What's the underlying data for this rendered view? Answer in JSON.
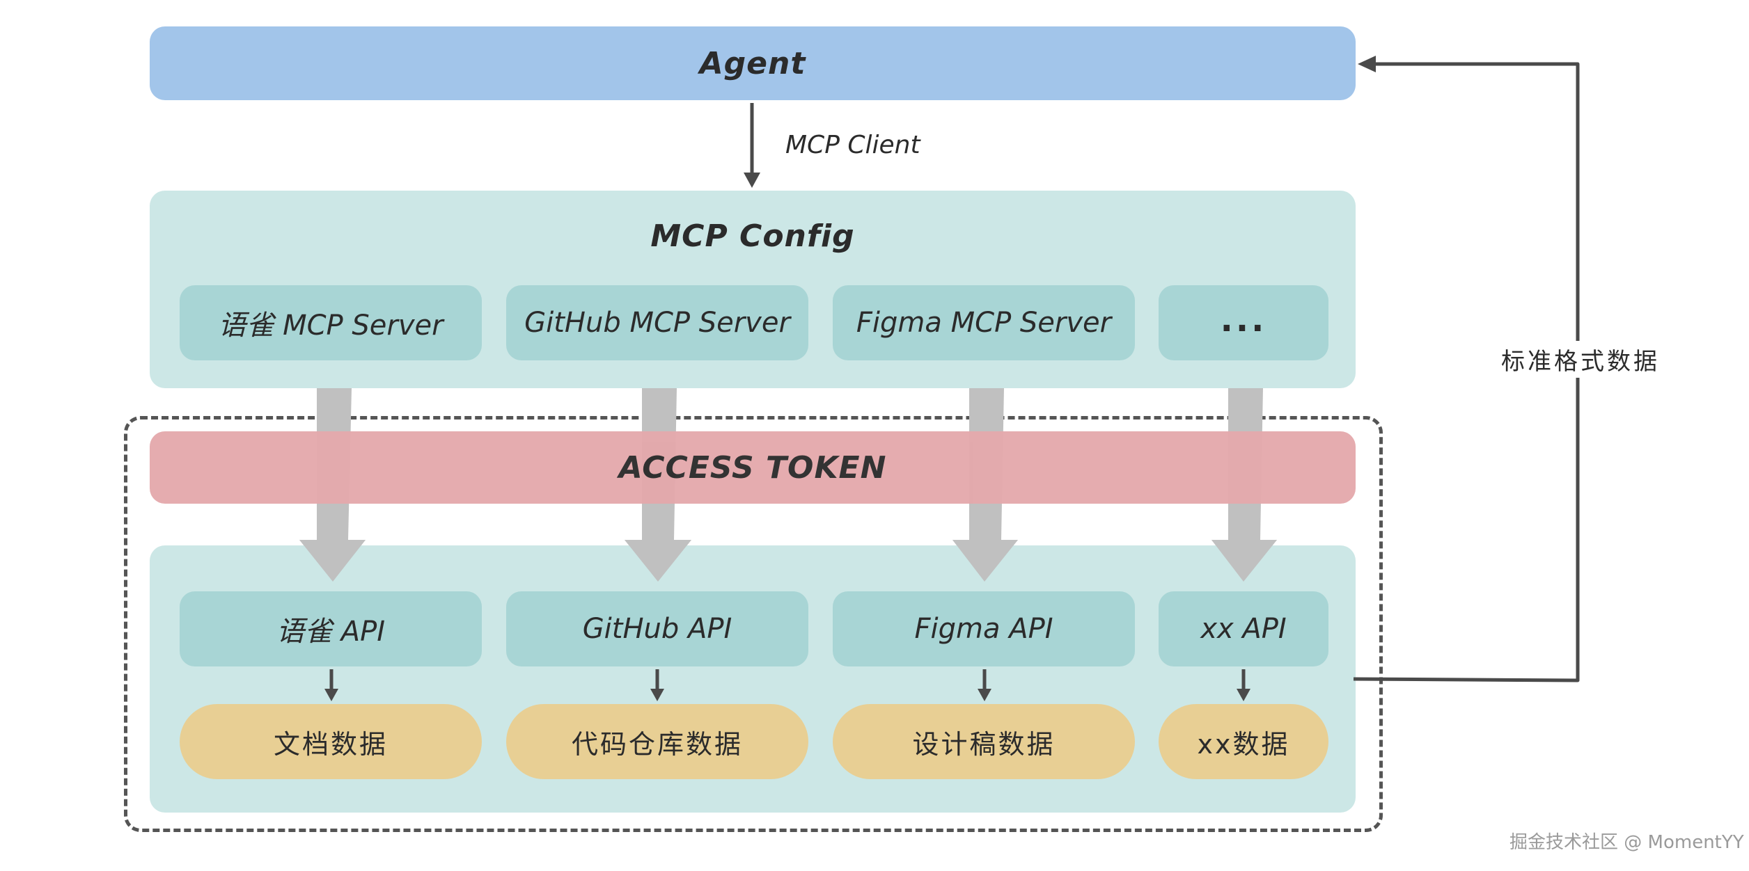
{
  "agent": {
    "label": "Agent"
  },
  "mcp_client_label": "MCP Client",
  "mcp_config": {
    "title": "MCP Config",
    "servers": [
      "语雀 MCP Server",
      "GitHub MCP Server",
      "Figma MCP Server",
      "..."
    ]
  },
  "access_token": {
    "label": "ACCESS TOKEN"
  },
  "apis": [
    "语雀 API",
    "GitHub API",
    "Figma API",
    "xx API"
  ],
  "data_nodes": [
    "文档数据",
    "代码仓库数据",
    "设计稿数据",
    "xx数据"
  ],
  "return_label": "标准格式数据",
  "watermark": "掘金技术社区 @ MomentYY",
  "colors": {
    "agent": "#a2c5ea",
    "config_bg": "#cce7e6",
    "server_box": "#a8d5d5",
    "access_token": "#e4a9ac",
    "api_bg": "#cce7e6",
    "api_box": "#a8d5d5",
    "data_box": "#e8cf94",
    "big_arrow": "#c0c0c0",
    "line": "#4a4a4a"
  }
}
